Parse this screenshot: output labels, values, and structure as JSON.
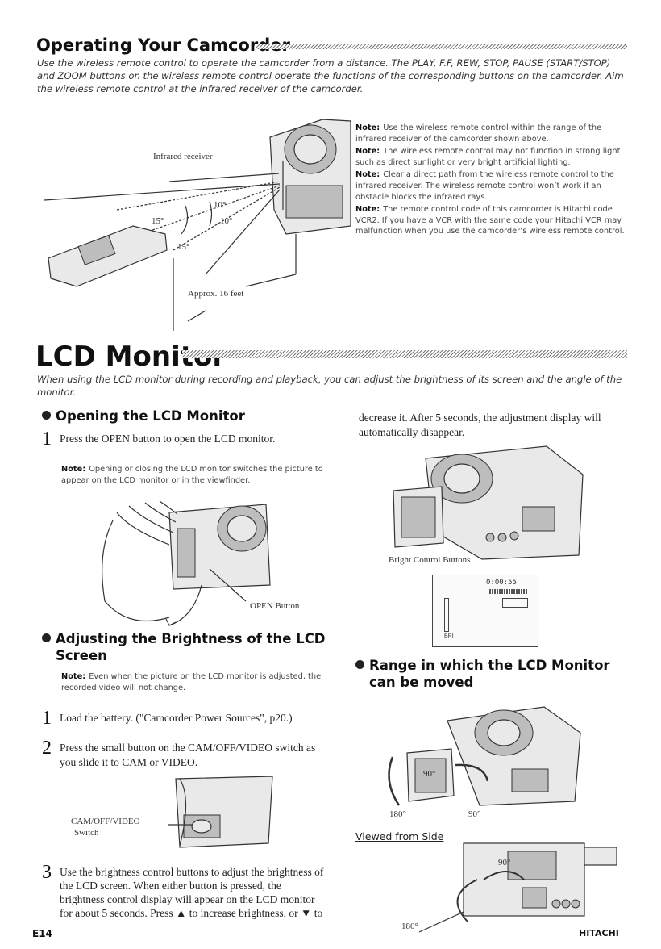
{
  "section1": {
    "title": "Operating Your Camcorder",
    "intro": "Use the wireless remote control to operate the camcorder from a distance. The PLAY, F.F, REW, STOP, PAUSE (START/STOP) and ZOOM buttons on the wireless remote control operate the functions of the corresponding buttons on the camcorder. Aim the wireless remote control at the infrared receiver of the camcorder.",
    "figure": {
      "infrared_label": "Infrared receiver",
      "angle_10a": "10°",
      "angle_10b": "10°",
      "angle_15a": "15°",
      "angle_15b": "15°",
      "distance_label": "Approx. 16 feet"
    },
    "notes": [
      {
        "label": "Note:",
        "text": "Use the wireless remote control within the range of the infrared receiver of the camcorder shown above."
      },
      {
        "label": "Note:",
        "text": "The wireless remote control may not function in strong light such as direct sunlight or very bright artificial lighting."
      },
      {
        "label": "Note:",
        "text": "Clear a direct path from the wireless remote control to the infrared receiver. The wireless remote control won’t work if an obstacle blocks the infrared rays."
      },
      {
        "label": "Note:",
        "text": "The remote control code of this camcorder is Hitachi code VCR2. If you have a VCR with the same code your Hitachi VCR may malfunction when you use the camcorder’s wireless remote control."
      }
    ]
  },
  "section2": {
    "title": "LCD Monitor",
    "intro": "When using the LCD monitor during recording and playback, you can adjust the brightness of its screen and the angle of the monitor.",
    "opening": {
      "title": "Opening the LCD Monitor",
      "step1_num": "1",
      "step1": "Press the OPEN button to open the LCD monitor.",
      "note_label": "Note:",
      "note": "Opening or closing the LCD monitor switches the picture to appear on the LCD monitor or in the viewfinder.",
      "fig_label": "OPEN Button"
    },
    "brightness": {
      "title_line1": "Adjusting the Brightness of the LCD",
      "title_line2": "Screen",
      "note_label": "Note:",
      "note": "Even when the picture on the LCD monitor is adjusted, the recorded video will not change.",
      "step1_num": "1",
      "step1": "Load the battery. (\"Camcorder Power Sources\", p20.)",
      "step2_num": "2",
      "step2": "Press the small button on the CAM/OFF/VIDEO switch as you slide it to CAM or VIDEO.",
      "switch_label_1": "CAM/OFF/VIDEO",
      "switch_label_2": "Switch",
      "step3_num": "3",
      "step3": "Use the brightness control buttons to adjust the brightness of the LCD screen. When either button is pressed, the brightness control display will appear on the LCD monitor for about 5 seconds. Press ▲ to increase brightness, or ▼ to",
      "continued": "decrease it. After 5 seconds, the adjustment display will automatically disappear.",
      "bright_label": "Bright Control Buttons",
      "screen_time": "0:00:55",
      "screen_bri": "BRI"
    },
    "range": {
      "title_line1": "Range in which the LCD Monitor",
      "title_line2": "can be moved",
      "angle_90a": "90°",
      "angle_180a": "180°",
      "angle_90b": "90°",
      "viewed_label": "Viewed from Side",
      "angle_90c": "90°",
      "angle_180b": "180°"
    }
  },
  "footer": {
    "page": "E14",
    "brand": "HITACHI"
  }
}
